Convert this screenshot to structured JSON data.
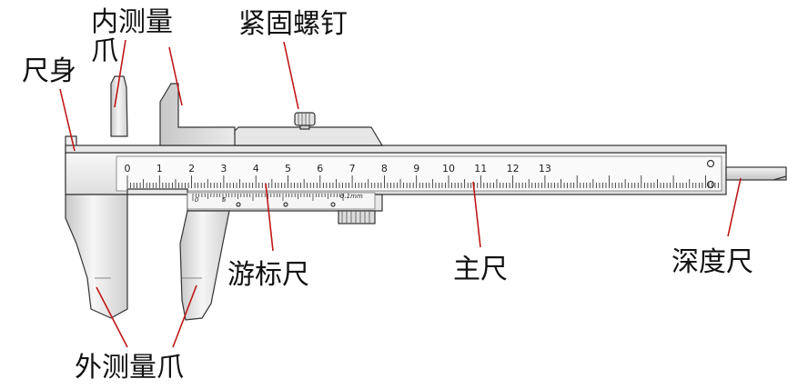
{
  "labels": {
    "inner_jaw_line1": "内测量",
    "inner_jaw_line2": "爪",
    "lock_screw": "紧固螺钉",
    "body": "尺身",
    "vernier": "游标尺",
    "main_scale": "主尺",
    "depth_rod": "深度尺",
    "outer_jaw": "外测量爪"
  },
  "scale_numbers": [
    "0",
    "1",
    "2",
    "3",
    "4",
    "5",
    "6",
    "7",
    "8",
    "9",
    "10",
    "11",
    "12",
    "13"
  ],
  "vernier_marks": {
    "precision": "0.1mm",
    "zero": "0",
    "five": "5",
    "ten": "10"
  },
  "colors": {
    "label_line": "#c01818",
    "outline": "#333333",
    "metal": "#e2e2e2"
  }
}
